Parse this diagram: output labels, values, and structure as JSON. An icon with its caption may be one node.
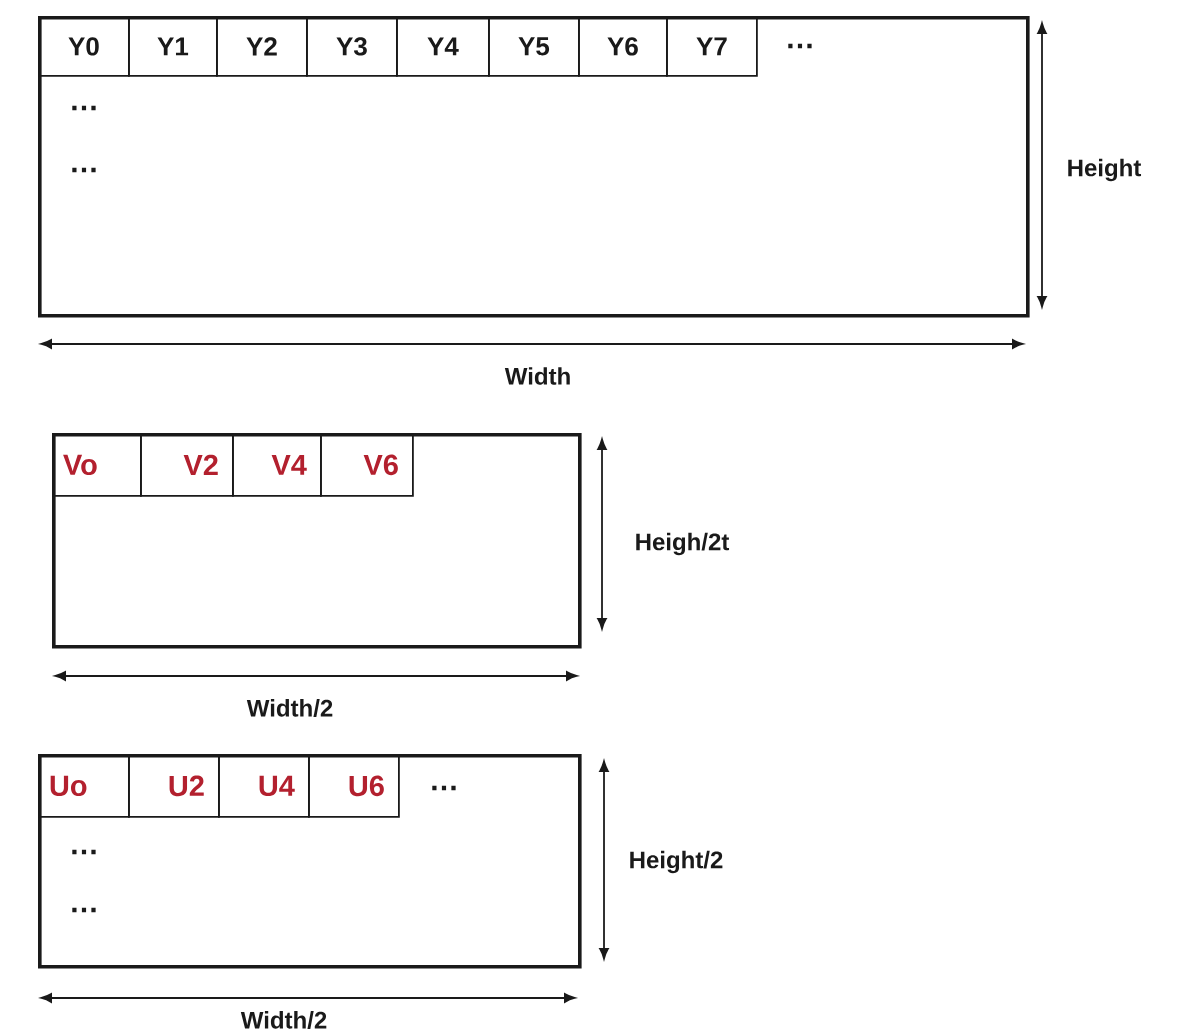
{
  "diagram": {
    "nodes": [
      {
        "text": [
          "…",
          "…",
          "…"
        ]
      },
      {
        "text": [
          "Y0"
        ],
        "in": 0
      },
      {
        "text": [
          "Y1"
        ],
        "in": 0
      },
      {
        "text": [
          "Y2"
        ],
        "in": 0
      },
      {
        "text": [
          "Y3"
        ],
        "in": 0
      },
      {
        "text": [
          "Y4"
        ],
        "in": 0
      },
      {
        "text": [
          "Y5"
        ],
        "in": 0
      },
      {
        "text": [
          "Y6"
        ],
        "in": 0
      },
      {
        "text": [
          "Y7"
        ],
        "in": 0
      },
      {
        "text": [],
        "shape": "box"
      },
      {
        "text": [
          "Vo"
        ],
        "in": 9
      },
      {
        "text": [
          "V2"
        ],
        "in": 9
      },
      {
        "text": [
          "V4"
        ],
        "in": 9
      },
      {
        "text": [
          "V6"
        ],
        "in": 9
      },
      {
        "text": [
          "…",
          "…",
          "…"
        ]
      },
      {
        "text": [
          "Uo"
        ],
        "in": 14
      },
      {
        "text": [
          "U2"
        ],
        "in": 14
      },
      {
        "text": [
          "U4"
        ],
        "in": 14
      },
      {
        "text": [
          "U6"
        ],
        "in": 14
      }
    ],
    "labels": [
      "Height",
      "Width",
      "Heigh/2t",
      "Width/2",
      "Height/2",
      "Width/2"
    ]
  }
}
